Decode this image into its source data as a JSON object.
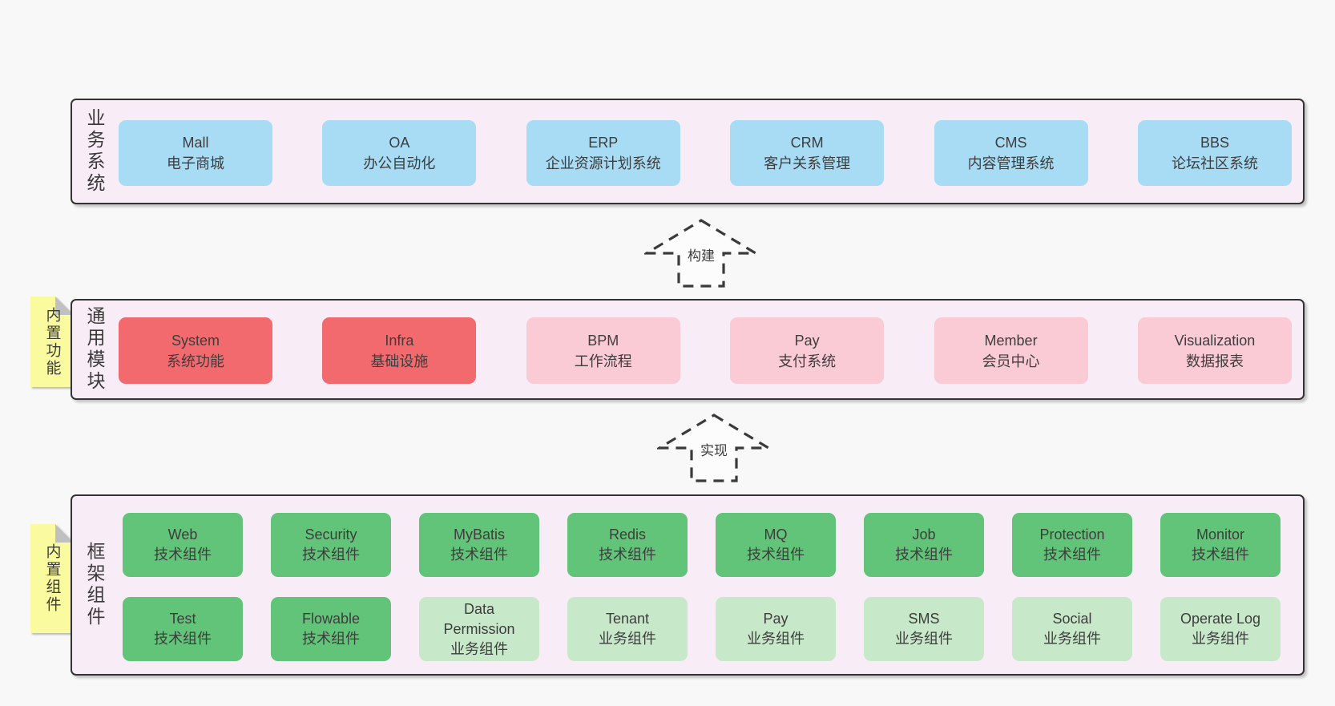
{
  "palette": {
    "page_bg": "#f8f8f8",
    "section_bg": "#f8edf7",
    "section_border": "#333333",
    "blue": "#a8dcf4",
    "red": "#f2696e",
    "pink": "#facad5",
    "green": "#61c478",
    "light_green": "#c7e8c9",
    "sticky_yellow": "#fafa9e",
    "sticky_fold": "#c0c0c0",
    "text": "#3d3d3d"
  },
  "arrows": [
    {
      "id": "build",
      "label": "构建"
    },
    {
      "id": "implement",
      "label": "实现"
    }
  ],
  "sections": [
    {
      "id": "business-systems",
      "label": "业务系统",
      "rows": [
        [
          {
            "name": "Mall",
            "desc": "电子商城",
            "color": "blue"
          },
          {
            "name": "OA",
            "desc": "办公自动化",
            "color": "blue"
          },
          {
            "name": "ERP",
            "desc": "企业资源计划系统",
            "color": "blue"
          },
          {
            "name": "CRM",
            "desc": "客户关系管理",
            "color": "blue"
          },
          {
            "name": "CMS",
            "desc": "内容管理系统",
            "color": "blue"
          },
          {
            "name": "BBS",
            "desc": "论坛社区系统",
            "color": "blue"
          }
        ]
      ]
    },
    {
      "id": "common-modules",
      "label": "通用模块",
      "sticky": "内置功能",
      "rows": [
        [
          {
            "name": "System",
            "desc": "系统功能",
            "color": "red"
          },
          {
            "name": "Infra",
            "desc": "基础设施",
            "color": "red"
          },
          {
            "name": "BPM",
            "desc": "工作流程",
            "color": "pink"
          },
          {
            "name": "Pay",
            "desc": "支付系统",
            "color": "pink"
          },
          {
            "name": "Member",
            "desc": "会员中心",
            "color": "pink"
          },
          {
            "name": "Visualization",
            "desc": "数据报表",
            "color": "pink"
          }
        ]
      ]
    },
    {
      "id": "framework-components",
      "label": "框架组件",
      "sticky": "内置组件",
      "rows": [
        [
          {
            "name": "Web",
            "desc": "技术组件",
            "color": "green"
          },
          {
            "name": "Security",
            "desc": "技术组件",
            "color": "green"
          },
          {
            "name": "MyBatis",
            "desc": "技术组件",
            "color": "green"
          },
          {
            "name": "Redis",
            "desc": "技术组件",
            "color": "green"
          },
          {
            "name": "MQ",
            "desc": "技术组件",
            "color": "green"
          },
          {
            "name": "Job",
            "desc": "技术组件",
            "color": "green"
          },
          {
            "name": "Protection",
            "desc": "技术组件",
            "color": "green"
          },
          {
            "name": "Monitor",
            "desc": "技术组件",
            "color": "green"
          }
        ],
        [
          {
            "name": "Test",
            "desc": "技术组件",
            "color": "green"
          },
          {
            "name": "Flowable",
            "desc": "技术组件",
            "color": "green"
          },
          {
            "name": "Data Permission",
            "desc": "业务组件",
            "color": "light_green"
          },
          {
            "name": "Tenant",
            "desc": "业务组件",
            "color": "light_green"
          },
          {
            "name": "Pay",
            "desc": "业务组件",
            "color": "light_green"
          },
          {
            "name": "SMS",
            "desc": "业务组件",
            "color": "light_green"
          },
          {
            "name": "Social",
            "desc": "业务组件",
            "color": "light_green"
          },
          {
            "name": "Operate Log",
            "desc": "业务组件",
            "color": "light_green"
          }
        ]
      ]
    }
  ]
}
